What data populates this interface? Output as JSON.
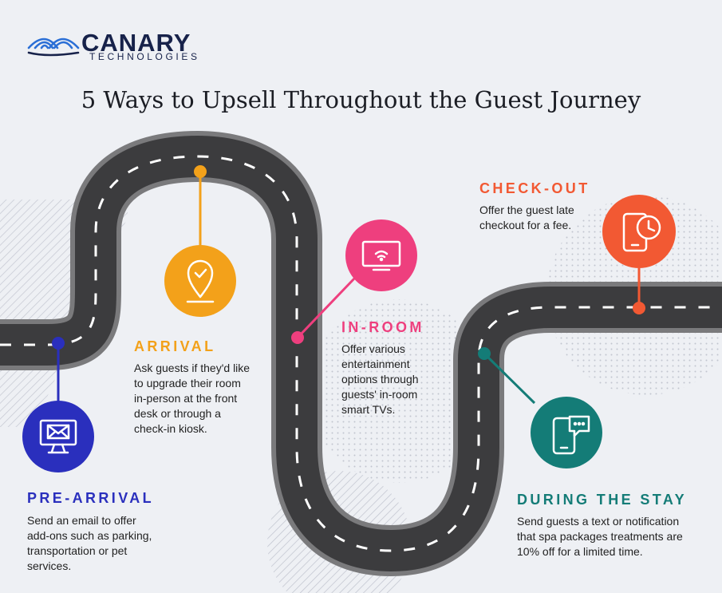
{
  "brand": {
    "name": "CANARY",
    "sub": "TECHNOLOGIES"
  },
  "title": "5 Ways to Upsell Throughout the Guest Journey",
  "colors": {
    "navy": "#17224a",
    "road": "#3c3c3e",
    "road_edge": "#7a7a7c",
    "pre_arrival": "#2a2fbd",
    "arrival": "#f3a11a",
    "in_room": "#ee3f7e",
    "during_stay": "#147c77",
    "check_out": "#f25933"
  },
  "stages": {
    "pre_arrival": {
      "heading": "PRE-ARRIVAL",
      "text": [
        "Send an email to offer",
        "add-ons such as parking,",
        "transportation or pet",
        "services."
      ],
      "icon": "email-computer-icon"
    },
    "arrival": {
      "heading": "ARRIVAL",
      "text": [
        "Ask guests if they'd like",
        "to upgrade their room",
        "in-person at the front",
        "desk or through a",
        "check-in kiosk."
      ],
      "icon": "location-check-icon"
    },
    "in_room": {
      "heading": "IN-ROOM",
      "text": [
        "Offer various",
        "entertainment",
        "options through",
        "guests' in-room",
        "smart TVs."
      ],
      "icon": "smart-tv-icon"
    },
    "during_stay": {
      "heading": "DURING THE STAY",
      "text": [
        "Send guests a text or notification",
        "that spa packages treatments are",
        "10% off for a limited time."
      ],
      "icon": "phone-message-icon"
    },
    "check_out": {
      "heading": "CHECK-OUT",
      "text": [
        "Offer the guest late",
        "checkout for a fee."
      ],
      "icon": "phone-clock-icon"
    }
  }
}
